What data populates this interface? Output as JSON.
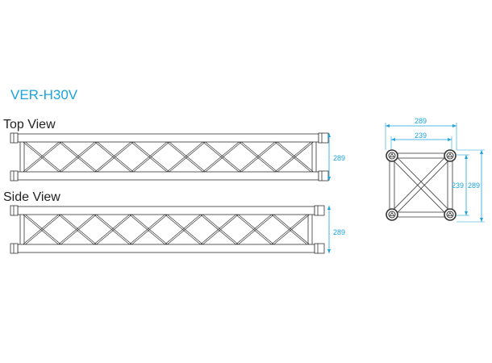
{
  "title": "VER-H30V",
  "top_view": {
    "label": "Top View",
    "dimension": "289",
    "bays": 8
  },
  "side_view": {
    "label": "Side View",
    "dimension": "289",
    "bays": 8
  },
  "cross_section": {
    "width_outer": "289",
    "width_inner": "239",
    "height_inner": "239",
    "height_outer": "289"
  },
  "colors": {
    "accent": "#1aa3dc",
    "line": "#333333"
  }
}
